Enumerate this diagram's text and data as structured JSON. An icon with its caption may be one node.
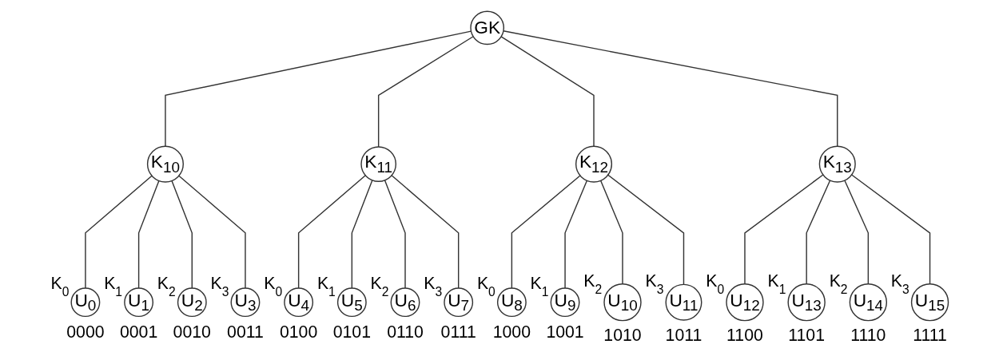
{
  "diagram": {
    "nodes": [
      {
        "text": [
          "GK"
        ]
      },
      {
        "text": [
          "K$_{10}$"
        ]
      },
      {
        "text": [
          "K$_{11}$"
        ]
      },
      {
        "text": [
          "K$_{12}$"
        ]
      },
      {
        "text": [
          "K$_{13}$"
        ]
      },
      {
        "text": [
          "U$_{0}$"
        ],
        "beside": [
          "K$_{0}$",
          "0000"
        ]
      },
      {
        "text": [
          "U$_{1}$"
        ],
        "beside": [
          "K$_{1}$",
          "0001"
        ]
      },
      {
        "text": [
          "U$_{2}$"
        ],
        "beside": [
          "K$_{2}$",
          "0010"
        ]
      },
      {
        "text": [
          "U$_{3}$"
        ],
        "beside": [
          "K$_{3}$",
          "0011"
        ]
      },
      {
        "text": [
          "U$_{4}$"
        ],
        "beside": [
          "K$_{0}$",
          "0100"
        ]
      },
      {
        "text": [
          "U$_{5}$"
        ],
        "beside": [
          "K$_{1}$",
          "0101"
        ]
      },
      {
        "text": [
          "U$_{6}$"
        ],
        "beside": [
          "K$_{2}$",
          "0110"
        ]
      },
      {
        "text": [
          "U$_{7}$"
        ],
        "beside": [
          "K$_{3}$",
          "0111"
        ]
      },
      {
        "text": [
          "U$_{8}$"
        ],
        "beside": [
          "K$_{0}$",
          "1000"
        ]
      },
      {
        "text": [
          "U$_{9}$"
        ],
        "beside": [
          "K$_{1}$",
          "1001"
        ]
      },
      {
        "text": [
          "U$_{10}$"
        ],
        "beside": [
          "K$_{2}$",
          "1010"
        ]
      },
      {
        "text": [
          "U$_{11}$"
        ],
        "beside": [
          "K$_{3}$",
          "1011"
        ]
      },
      {
        "text": [
          "U$_{12}$"
        ],
        "beside": [
          "K$_{0}$",
          "1100"
        ]
      },
      {
        "text": [
          "U$_{13}$"
        ],
        "beside": [
          "K$_{1}$",
          "1101"
        ]
      },
      {
        "text": [
          "U$_{14}$"
        ],
        "beside": [
          "K$_{2}$",
          "1110"
        ]
      },
      {
        "text": [
          "U$_{15}$"
        ],
        "beside": [
          "K$_{3}$",
          "1111"
        ]
      }
    ],
    "edges": [
      {
        "from": 0,
        "to": 1,
        "arrow": "none"
      },
      {
        "from": 0,
        "to": 2,
        "arrow": "none"
      },
      {
        "from": 0,
        "to": 3,
        "arrow": "none"
      },
      {
        "from": 0,
        "to": 4,
        "arrow": "none"
      },
      {
        "from": 1,
        "to": 5,
        "arrow": "none"
      },
      {
        "from": 1,
        "to": 6,
        "arrow": "none"
      },
      {
        "from": 1,
        "to": 7,
        "arrow": "none"
      },
      {
        "from": 1,
        "to": 8,
        "arrow": "none"
      },
      {
        "from": 2,
        "to": 9,
        "arrow": "none"
      },
      {
        "from": 2,
        "to": 10,
        "arrow": "none"
      },
      {
        "from": 2,
        "to": 11,
        "arrow": "none"
      },
      {
        "from": 2,
        "to": 12,
        "arrow": "none"
      },
      {
        "from": 3,
        "to": 13,
        "arrow": "none"
      },
      {
        "from": 3,
        "to": 14,
        "arrow": "none"
      },
      {
        "from": 3,
        "to": 15,
        "arrow": "none"
      },
      {
        "from": 3,
        "to": 16,
        "arrow": "none"
      },
      {
        "from": 4,
        "to": 17,
        "arrow": "none"
      },
      {
        "from": 4,
        "to": 18,
        "arrow": "none"
      },
      {
        "from": 4,
        "to": 19,
        "arrow": "none"
      },
      {
        "from": 4,
        "to": 20,
        "arrow": "none"
      }
    ]
  }
}
